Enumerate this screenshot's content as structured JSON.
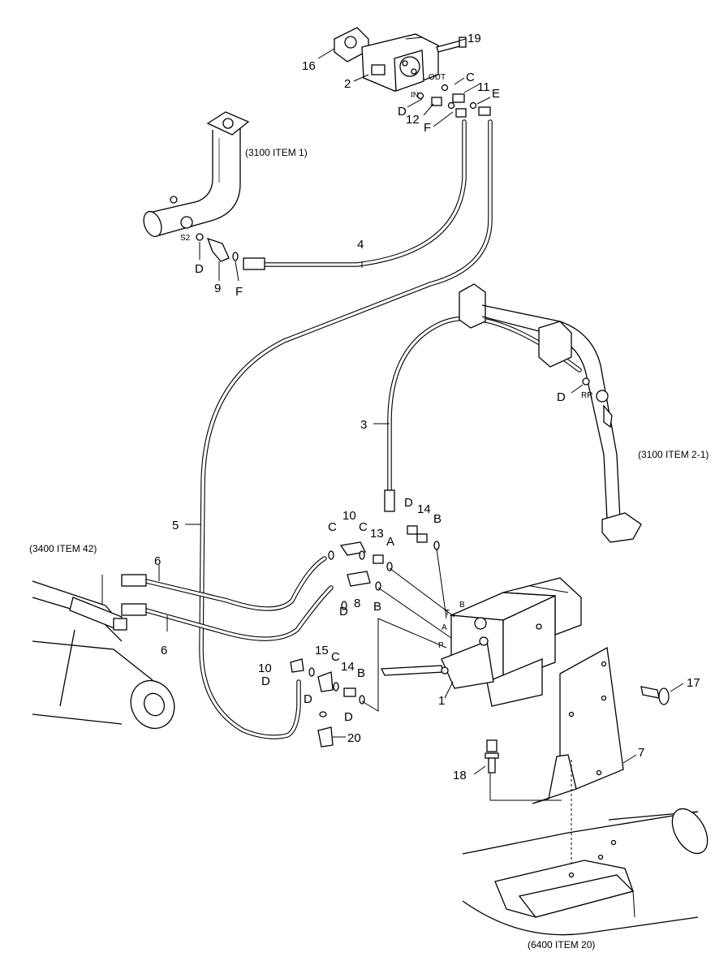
{
  "callouts": {
    "c1": "1",
    "c2": "2",
    "c3": "3",
    "c4": "4",
    "c5": "5",
    "c6a": "6",
    "c6b": "6",
    "c7": "7",
    "c8": "8",
    "c9": "9",
    "c10a": "10",
    "c10b": "10",
    "c11": "11",
    "c12": "12",
    "c13": "13",
    "c14a": "14",
    "c14b": "14",
    "c15": "15",
    "c16": "16",
    "c17": "17",
    "c18": "18",
    "c19": "19",
    "c20": "20"
  },
  "letters": {
    "pumpC": "C",
    "pumpD": "D",
    "pumpE": "E",
    "pumpF": "F",
    "elbowD": "D",
    "elbowF": "F",
    "rrD": "D",
    "valveD": "D",
    "valveB1": "B",
    "valveA": "A",
    "c10C1": "C",
    "c10C2": "C",
    "c8D": "D",
    "c8B": "B",
    "lowD1": "D",
    "lowD2": "D",
    "lowC": "C",
    "lowB": "B",
    "lowD3": "D"
  },
  "port_labels": {
    "out": "OUT",
    "in": "IN",
    "s2": "S2",
    "rr": "RR",
    "b": "B",
    "t": "T",
    "a": "A",
    "p": "P"
  },
  "references": {
    "item1": "(3100 ITEM 1)",
    "item21": "(3100 ITEM 2-1)",
    "item42": "(3400 ITEM 42)",
    "item20": "(6400 ITEM 20)"
  }
}
